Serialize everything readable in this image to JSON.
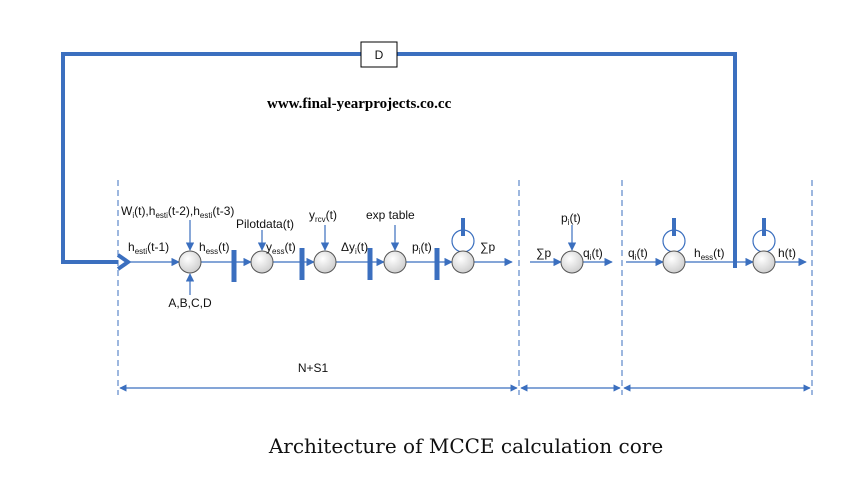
{
  "watermark": "www.final-yearprojects.co.cc",
  "feedback_block": "D",
  "caption": "Architecture of MCCE calculation core",
  "span_label": "N+S1",
  "labels": {
    "inputs_top_1": "W",
    "inputs_top_1_sub": "i",
    "inputs_top_2": "(t),h",
    "inputs_top_2_sub": "esti",
    "inputs_top_3": "(t-2),h",
    "inputs_top_3_sub": "esti",
    "inputs_top_4": "(t-3)",
    "h_est_prev": "h",
    "h_est_prev_sub": "esti",
    "h_est_prev_arg": "(t-1)",
    "abcd": "A,B,C,D",
    "h_ess": "h",
    "h_ess_sub": "ess",
    "h_ess_arg": "(t)",
    "pilot": "Pilotdata(t)",
    "y_ess": "y",
    "y_ess_sub": "ess",
    "y_ess_arg": "(t)",
    "y_rcv": "y",
    "y_rcv_sub": "rcv",
    "y_rcv_arg": "(t)",
    "delta_y": "Δy",
    "delta_y_sub": "i",
    "delta_y_arg": "(t)",
    "exp_table": "exp table",
    "p_i": "p",
    "p_i_sub": "i",
    "p_i_arg": "(t)",
    "sum_p": "∑p",
    "sum_p2": "∑p",
    "p_i_top": "p",
    "p_i_top_sub": "i",
    "p_i_top_arg": "(t)",
    "q_i": "q",
    "q_i_sub": "i",
    "q_i_arg": "(t)",
    "q_i2": "q",
    "q_i2_sub": "i",
    "q_i2_arg": "(t)",
    "h_ess2": "h",
    "h_ess2_sub": "ess",
    "h_ess2_arg": "(t)",
    "h_t": "h(t)"
  },
  "colors": {
    "line": "#3b6fbf",
    "node_fill": "#e6e6e6",
    "text": "#111111"
  }
}
